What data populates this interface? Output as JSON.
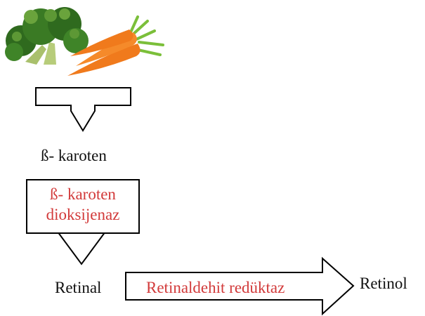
{
  "images": {
    "broccoli": {
      "icon": "broccoli-icon",
      "color_dark": "#2f6a1e",
      "color_light": "#6aa33c",
      "stem_color": "#b7cc7a"
    },
    "carrots": {
      "icon": "carrot-icon",
      "color": "#f07a1c",
      "leaf_color": "#7bbf3a"
    }
  },
  "labels": {
    "beta_carotene": "ß- karoten",
    "retinal": "Retinal",
    "retinol": "Retinol"
  },
  "enzymes": {
    "carotene_dioxygenase_line1": "ß- karoten",
    "carotene_dioxygenase_line2": "dioksijenaz",
    "retinaldehyde_reductase": "Retinaldehit redüktaz"
  },
  "colors": {
    "enzyme_text": "#d23a3a",
    "text": "#111111",
    "stroke": "#000000"
  }
}
